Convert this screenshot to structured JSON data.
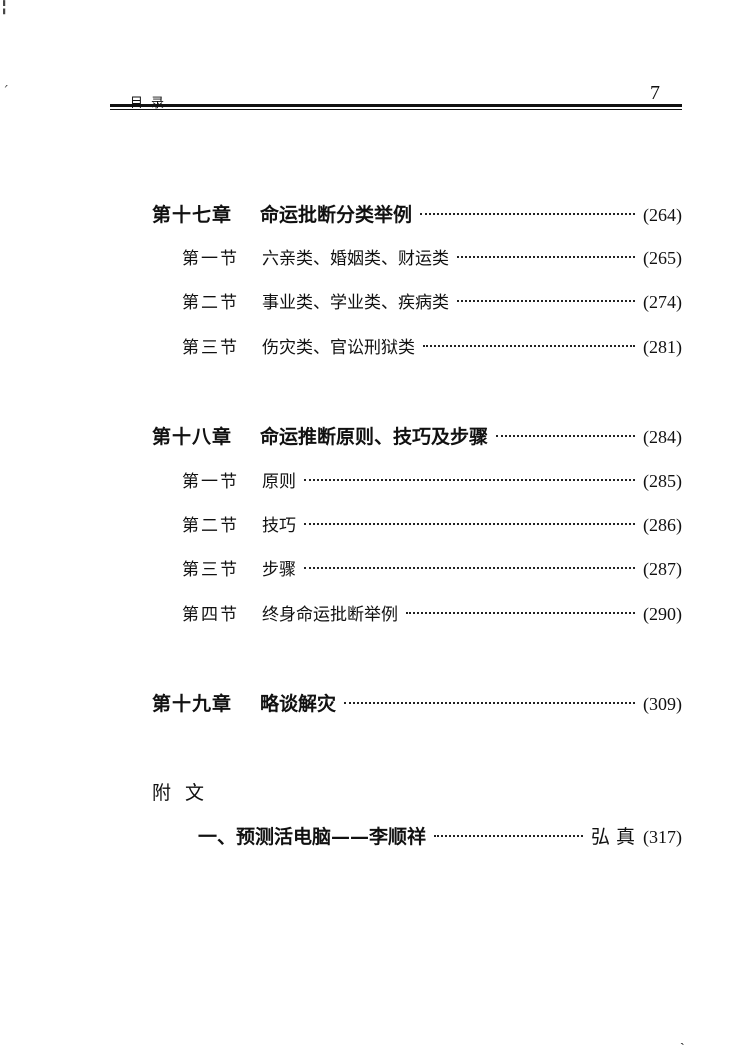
{
  "header": {
    "title": "目录",
    "page_number": "7"
  },
  "chapters": [
    {
      "label": "第十七章",
      "title": "命运批断分类举例",
      "page": "(264)",
      "sections": [
        {
          "label": "第一节",
          "title": "六亲类、婚姻类、财运类",
          "page": "(265)"
        },
        {
          "label": "第二节",
          "title": "事业类、学业类、疾病类",
          "page": "(274)"
        },
        {
          "label": "第三节",
          "title": "伤灾类、官讼刑狱类",
          "page": "(281)"
        }
      ]
    },
    {
      "label": "第十八章",
      "title": "命运推断原则、技巧及步骤",
      "page": "(284)",
      "sections": [
        {
          "label": "第一节",
          "title": "原则",
          "page": "(285)"
        },
        {
          "label": "第二节",
          "title": "技巧",
          "page": "(286)"
        },
        {
          "label": "第三节",
          "title": "步骤",
          "page": "(287)"
        },
        {
          "label": "第四节",
          "title": "终身命运批断举例",
          "page": "(290)"
        }
      ]
    },
    {
      "label": "第十九章",
      "title": "略谈解灾",
      "page": "(309)",
      "sections": []
    }
  ],
  "appendix": {
    "heading": "附文",
    "items": [
      {
        "title": "一、预测活电脑——李顺祥",
        "author": "弘真",
        "page": "(317)"
      }
    ]
  }
}
